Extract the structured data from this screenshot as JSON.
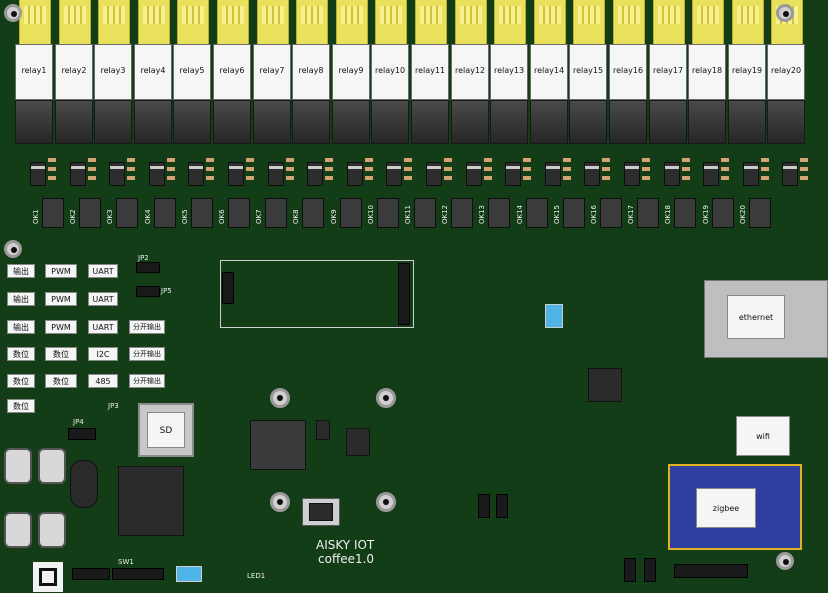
{
  "relays": [
    "relay1",
    "relay2",
    "relay3",
    "relay4",
    "relay5",
    "relay6",
    "relay7",
    "relay8",
    "relay9",
    "relay10",
    "relay11",
    "relay12",
    "relay13",
    "relay14",
    "relay15",
    "relay16",
    "relay17",
    "relay18",
    "relay19",
    "relay20"
  ],
  "opto_labels": [
    "OK1",
    "OK2",
    "OK3",
    "OK4",
    "OK5",
    "OK6",
    "OK7",
    "OK8",
    "OK9",
    "OK10",
    "OK11",
    "OK12",
    "OK13",
    "OK14",
    "OK15",
    "OK16",
    "OK17",
    "OK18",
    "OK19",
    "OK20"
  ],
  "io_labels": {
    "col1": [
      "输出",
      "输出",
      "输出",
      "数位",
      "数位",
      "数位"
    ],
    "col2": [
      "PWM",
      "PWM",
      "PWM",
      "数位",
      "数位"
    ],
    "col3": [
      "UART",
      "UART",
      "UART",
      "I2C",
      "485"
    ],
    "col4": [
      "分开输出",
      "分开输出",
      "分开输出"
    ]
  },
  "modules": {
    "ethernet": "ethernet",
    "wifi": "wifi",
    "zigbee": "zigbee",
    "sd": "SD"
  },
  "silkscreen": {
    "brand_line1": "AISKY IOT",
    "brand_line2": "coffee1.0",
    "jp2": "JP2",
    "jp5": "JP5",
    "jp4": "JP4",
    "jp3": "JP3",
    "sw1": "SW1",
    "led1": "LED1"
  },
  "colors": {
    "board": "#123d16",
    "relay_top": "#e9e05c",
    "relay_body": "#f6f6f6",
    "pad": "#d4a373",
    "button": "#4fb3e6"
  }
}
